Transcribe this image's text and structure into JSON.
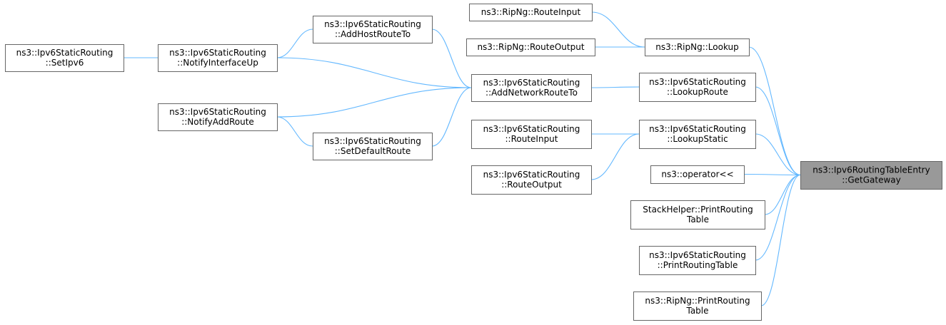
{
  "colors": {
    "edge": "#63b8ff",
    "node_border": "#666666",
    "focus_fill": "#999999",
    "node_fill": "#ffffff"
  },
  "nodes": {
    "setipv6": [
      "ns3::Ipv6StaticRouting",
      "::SetIpv6"
    ],
    "notifyinterfaceup": [
      "ns3::Ipv6StaticRouting",
      "::NotifyInterfaceUp"
    ],
    "notifyaddroute": [
      "ns3::Ipv6StaticRouting",
      "::NotifyAddRoute"
    ],
    "addhostrouteto": [
      "ns3::Ipv6StaticRouting",
      "::AddHostRouteTo"
    ],
    "setdefaultroute": [
      "ns3::Ipv6StaticRouting",
      "::SetDefaultRoute"
    ],
    "addnetworkrouteto": [
      "ns3::Ipv6StaticRouting",
      "::AddNetworkRouteTo"
    ],
    "static_routeinput": [
      "ns3::Ipv6StaticRouting",
      "::RouteInput"
    ],
    "static_routeoutput": [
      "ns3::Ipv6StaticRouting",
      "::RouteOutput"
    ],
    "ripng_routeinput": [
      "ns3::RipNg::RouteInput"
    ],
    "ripng_routeoutput": [
      "ns3::RipNg::RouteOutput"
    ],
    "ripng_lookup": [
      "ns3::RipNg::Lookup"
    ],
    "lookuproute": [
      "ns3::Ipv6StaticRouting",
      "::LookupRoute"
    ],
    "lookupstatic": [
      "ns3::Ipv6StaticRouting",
      "::LookupStatic"
    ],
    "operator_shift": [
      "ns3::operator<<"
    ],
    "stackhelper_print": [
      "StackHelper::PrintRouting",
      "Table"
    ],
    "static_printroutingtable": [
      "ns3::Ipv6StaticRouting",
      "::PrintRoutingTable"
    ],
    "ripng_print": [
      "ns3::RipNg::PrintRouting",
      "Table"
    ],
    "getgateway": [
      "ns3::Ipv6RoutingTableEntry",
      "::GetGateway"
    ]
  },
  "edges": [
    [
      "setipv6",
      "notifyinterfaceup"
    ],
    [
      "notifyinterfaceup",
      "addhostrouteto"
    ],
    [
      "notifyinterfaceup",
      "addnetworkrouteto"
    ],
    [
      "notifyaddroute",
      "addnetworkrouteto"
    ],
    [
      "notifyaddroute",
      "setdefaultroute"
    ],
    [
      "addhostrouteto",
      "addnetworkrouteto"
    ],
    [
      "setdefaultroute",
      "addnetworkrouteto"
    ],
    [
      "ripng_routeinput",
      "ripng_lookup"
    ],
    [
      "ripng_routeoutput",
      "ripng_lookup"
    ],
    [
      "addnetworkrouteto",
      "lookuproute"
    ],
    [
      "static_routeinput",
      "lookupstatic"
    ],
    [
      "static_routeoutput",
      "lookupstatic"
    ],
    [
      "ripng_lookup",
      "getgateway"
    ],
    [
      "lookuproute",
      "getgateway"
    ],
    [
      "lookupstatic",
      "getgateway"
    ],
    [
      "operator_shift",
      "getgateway"
    ],
    [
      "stackhelper_print",
      "getgateway"
    ],
    [
      "static_printroutingtable",
      "getgateway"
    ],
    [
      "ripng_print",
      "getgateway"
    ]
  ]
}
